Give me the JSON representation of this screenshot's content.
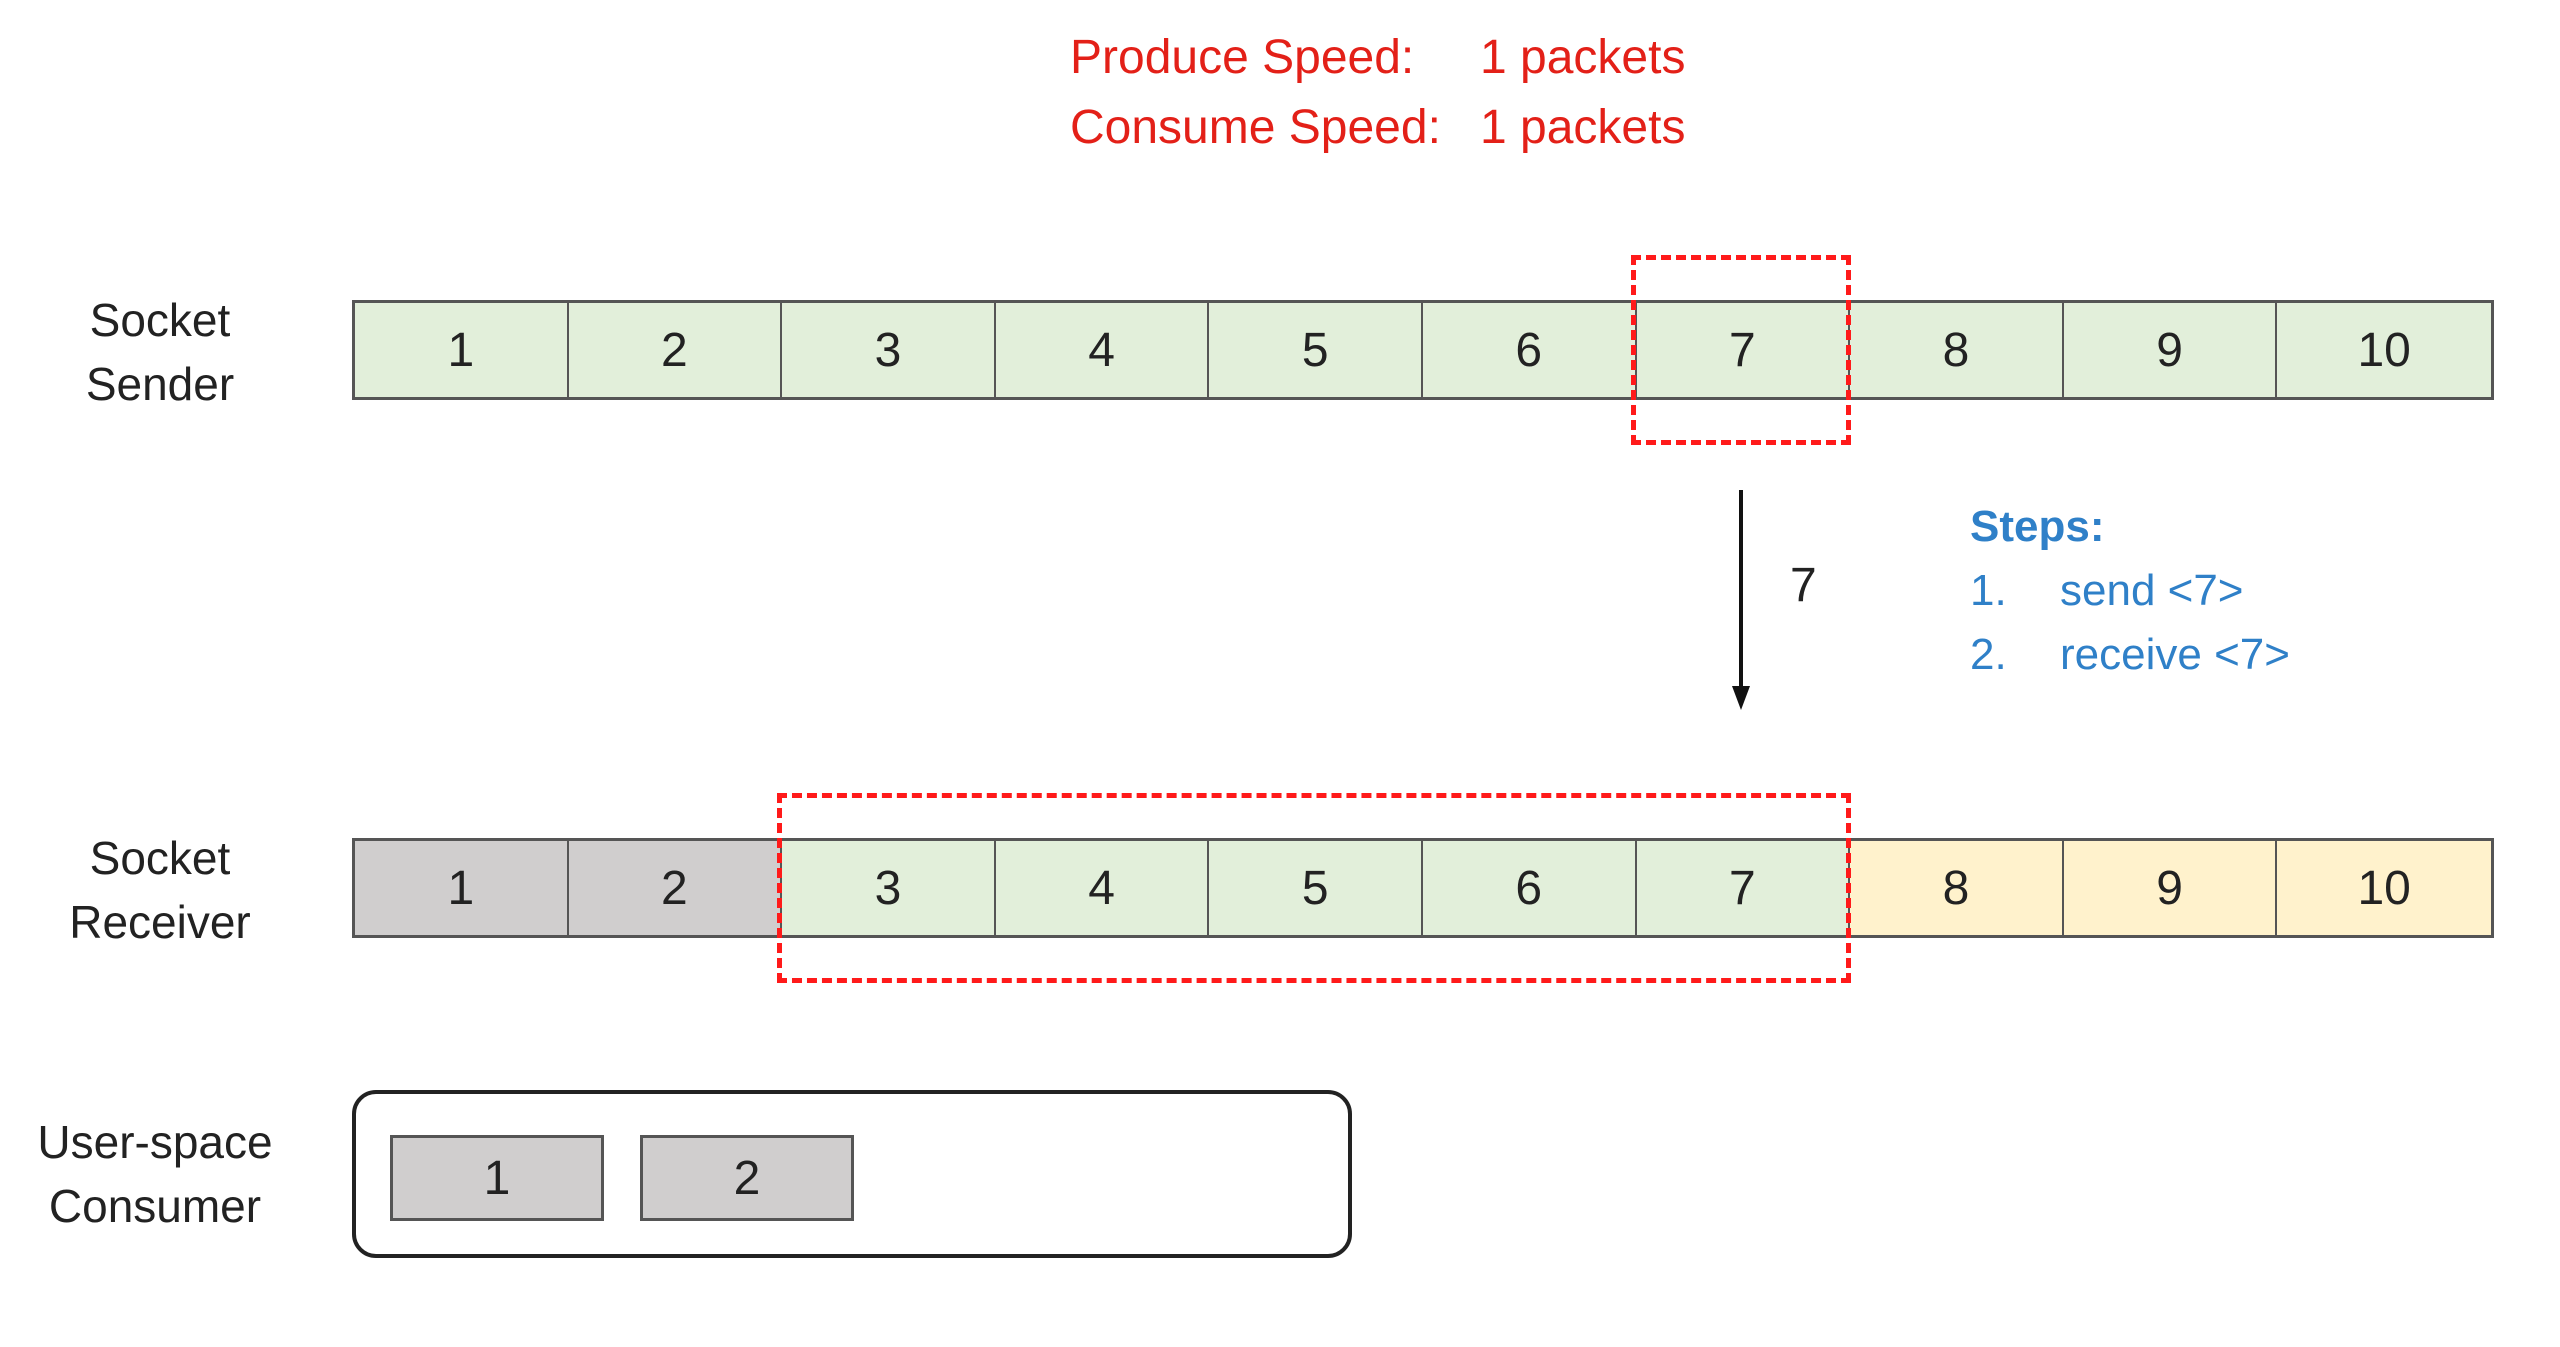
{
  "speed": {
    "produce_label": "Produce Speed:",
    "produce_value": "1 packets",
    "consume_label": "Consume Speed:",
    "consume_value": "1 packets"
  },
  "sender": {
    "label_line1": "Socket",
    "label_line2": "Sender",
    "cells": [
      "1",
      "2",
      "3",
      "4",
      "5",
      "6",
      "7",
      "8",
      "9",
      "10"
    ]
  },
  "transfer": {
    "packet": "7"
  },
  "steps": {
    "title": "Steps:",
    "items": [
      {
        "num": "1.",
        "text": "send <7>"
      },
      {
        "num": "2.",
        "text": "receive <7>"
      }
    ]
  },
  "receiver": {
    "label_line1": "Socket",
    "label_line2": "Receiver",
    "cells": [
      "1",
      "2",
      "3",
      "4",
      "5",
      "6",
      "7",
      "8",
      "9",
      "10"
    ]
  },
  "consumer": {
    "label_line1": "User-space",
    "label_line2": "Consumer",
    "items": [
      "1",
      "2"
    ]
  },
  "colors": {
    "accent_red": "#e32018",
    "steps_blue": "#2f80c8",
    "consumed_grey": "#d0cece",
    "window_green": "#e2efda",
    "pending_yellow": "#fff2cc"
  }
}
